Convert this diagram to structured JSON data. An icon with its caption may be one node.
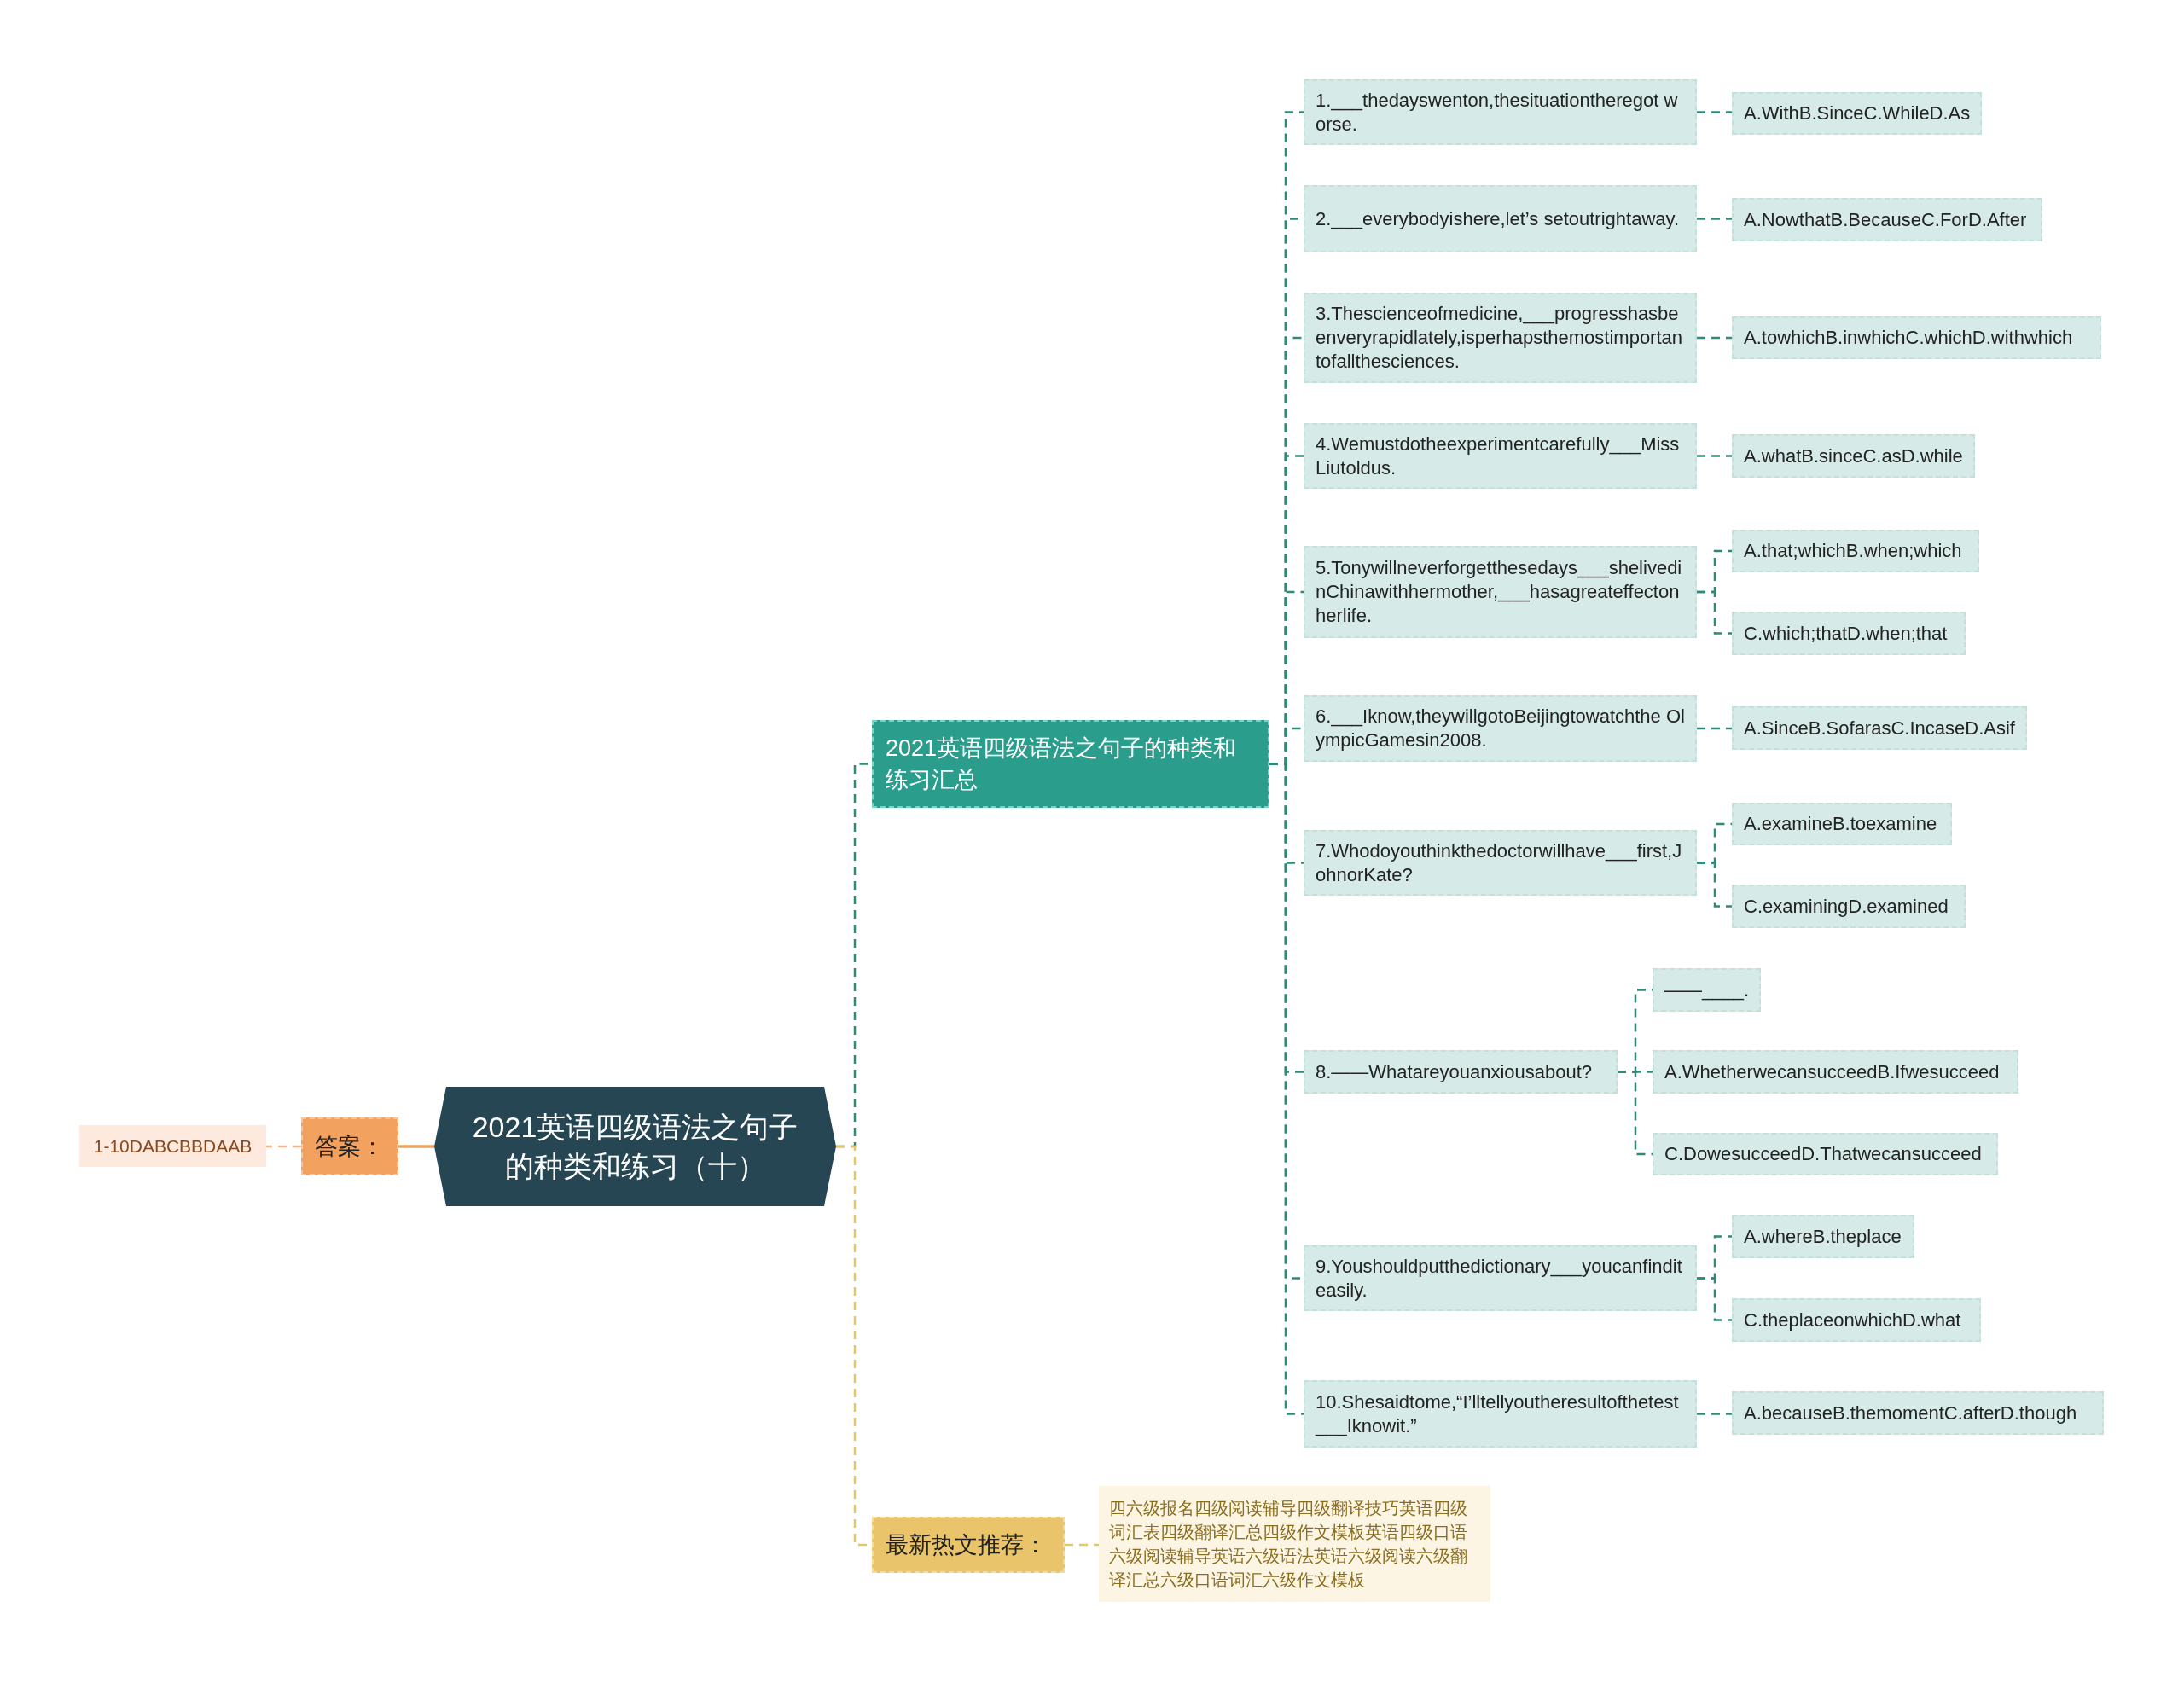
{
  "diagram": {
    "nodes": [
      {
        "text": [
          "2021英语四级语法之句子的种类和练习（十）"
        ]
      },
      {
        "text": [
          "答案："
        ]
      },
      {
        "text": [
          "1-10DABCBBDAAB"
        ]
      },
      {
        "text": [
          "2021英语四级语法之句子的种类和练习汇总"
        ]
      },
      {
        "text": [
          "最新热文推荐："
        ]
      },
      {
        "text": [
          "四六级报名四级阅读辅导四级翻译技巧英语四级词汇表四级翻译汇总四级作文模板英语四级口语六级阅读辅导英语六级语法英语六级阅读六级翻译汇总六级口语词汇六级作文模板"
        ]
      },
      {
        "text": [
          "1.___thedayswenton,thesituationtheregot worse."
        ]
      },
      {
        "text": [
          "A.WithB.SinceC.WhileD.As"
        ]
      },
      {
        "text": [
          "2.___everybodyishere,let’s setoutrightaway."
        ]
      },
      {
        "text": [
          "A.NowthatB.BecauseC.ForD.After"
        ]
      },
      {
        "text": [
          "3.Thescienceofmedicine,___progresshasbeenveryrapidlately,isperhapsthemostimportantofallthesciences."
        ]
      },
      {
        "text": [
          "A.towhichB.inwhichC.whichD.withwhich"
        ]
      },
      {
        "text": [
          "4.Wemustdotheexperimentcarefully___MissLiutoldus."
        ]
      },
      {
        "text": [
          "A.whatB.sinceC.asD.while"
        ]
      },
      {
        "text": [
          "5.Tonywillneverforgetthesedays___shelivedinChinawithhermother,___hasagreateffectonherlife."
        ]
      },
      {
        "text": [
          "A.that;whichB.when;which"
        ]
      },
      {
        "text": [
          "C.which;thatD.when;that"
        ]
      },
      {
        "text": [
          "6.___Iknow,theywillgotoBeijingtowatchthe OlympicGamesin2008."
        ]
      },
      {
        "text": [
          "A.SinceB.SofarasC.IncaseD.Asif"
        ]
      },
      {
        "text": [
          "7.Whodoyouthinkthedoctorwillhave___first,JohnorKate?"
        ]
      },
      {
        "text": [
          "A.examineB.toexamine"
        ]
      },
      {
        "text": [
          "C.examiningD.examined"
        ]
      },
      {
        "text": [
          "8.——Whatareyouanxiousabout?"
        ]
      },
      {
        "text": [
          "——____."
        ]
      },
      {
        "text": [
          "A.WhetherwecansucceedB.Ifwesucceed"
        ]
      },
      {
        "text": [
          "C.DowesucceedD.Thatwecansucceed"
        ]
      },
      {
        "text": [
          "9.Youshouldputthedictionary___youcanfinditeasily."
        ]
      },
      {
        "text": [
          "A.whereB.theplace"
        ]
      },
      {
        "text": [
          "C.theplaceonwhichD.what"
        ]
      },
      {
        "text": [
          "10.Shesaidtome,“I’lltellyoutheresultofthetest___Iknowit.”"
        ]
      },
      {
        "text": [
          "A.becauseB.themomentC.afterD.though"
        ]
      }
    ],
    "edges": [
      {
        "from": 0,
        "to": 1,
        "arrow": "none",
        "color": "#e8a35e"
      },
      {
        "from": 1,
        "to": 2,
        "arrow": "none",
        "style": "dashed",
        "color": "#f2b48c"
      },
      {
        "from": 0,
        "to": 3,
        "arrow": "none",
        "style": "dashed"
      },
      {
        "from": 0,
        "to": 4,
        "arrow": "none",
        "style": "dashed",
        "color": "#e6c46a"
      },
      {
        "from": 4,
        "to": 5,
        "arrow": "none",
        "style": "dashed",
        "color": "#e6c46a"
      },
      {
        "from": 3,
        "to": 6,
        "arrow": "none",
        "style": "dashed"
      },
      {
        "from": 3,
        "to": 8,
        "arrow": "none",
        "style": "dashed"
      },
      {
        "from": 3,
        "to": 10,
        "arrow": "none",
        "style": "dashed"
      },
      {
        "from": 3,
        "to": 12,
        "arrow": "none",
        "style": "dashed"
      },
      {
        "from": 3,
        "to": 14,
        "arrow": "none",
        "style": "dashed"
      },
      {
        "from": 3,
        "to": 17,
        "arrow": "none",
        "style": "dashed"
      },
      {
        "from": 3,
        "to": 19,
        "arrow": "none",
        "style": "dashed"
      },
      {
        "from": 3,
        "to": 22,
        "arrow": "none",
        "style": "dashed"
      },
      {
        "from": 3,
        "to": 26,
        "arrow": "none",
        "style": "dashed"
      },
      {
        "from": 3,
        "to": 29,
        "arrow": "none",
        "style": "dashed"
      },
      {
        "from": 6,
        "to": 7,
        "arrow": "none",
        "style": "dashed"
      },
      {
        "from": 8,
        "to": 9,
        "arrow": "none",
        "style": "dashed"
      },
      {
        "from": 10,
        "to": 11,
        "arrow": "none",
        "style": "dashed"
      },
      {
        "from": 12,
        "to": 13,
        "arrow": "none",
        "style": "dashed"
      },
      {
        "from": 14,
        "to": 15,
        "arrow": "none",
        "style": "dashed"
      },
      {
        "from": 14,
        "to": 16,
        "arrow": "none",
        "style": "dashed"
      },
      {
        "from": 17,
        "to": 18,
        "arrow": "none",
        "style": "dashed"
      },
      {
        "from": 19,
        "to": 20,
        "arrow": "none",
        "style": "dashed"
      },
      {
        "from": 19,
        "to": 21,
        "arrow": "none",
        "style": "dashed"
      },
      {
        "from": 22,
        "to": 23,
        "arrow": "none",
        "style": "dashed"
      },
      {
        "from": 22,
        "to": 24,
        "arrow": "none",
        "style": "dashed"
      },
      {
        "from": 22,
        "to": 25,
        "arrow": "none",
        "style": "dashed"
      },
      {
        "from": 26,
        "to": 27,
        "arrow": "none",
        "style": "dashed"
      },
      {
        "from": 26,
        "to": 28,
        "arrow": "none",
        "style": "dashed"
      },
      {
        "from": 29,
        "to": 30,
        "arrow": "none",
        "style": "dashed"
      }
    ]
  }
}
